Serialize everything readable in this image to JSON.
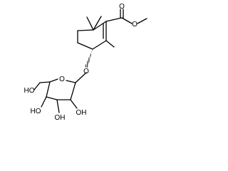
{
  "molecule": {
    "atoms": {
      "carbonyl_o": "O",
      "ester_o": "O",
      "glycosidic_o": "O",
      "ring_o": "O",
      "ch2oh": "HO",
      "oh_c4": "HO",
      "oh_c3": "OH",
      "oh_c2": "OH"
    }
  },
  "colors": {
    "ink": "#000000",
    "background": "#ffffff"
  }
}
